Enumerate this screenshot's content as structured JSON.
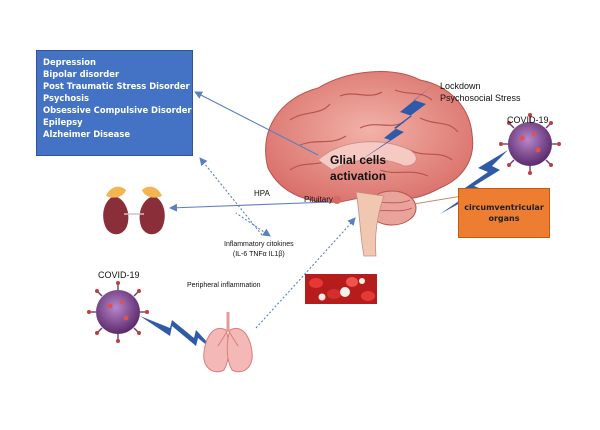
{
  "disorders_box": {
    "items": [
      "Depression",
      "Bipolar disorder",
      "Post Traumatic Stress Disorder",
      "Psychosis",
      "Obsessive Compulsive Disorder",
      "Epilepsy",
      "Alzheimer Disease"
    ]
  },
  "stress": {
    "line1": "Lockdown",
    "line2": "Psychosocial Stress"
  },
  "covid_right": "COVID-19",
  "covid_left": "COVID-19",
  "glial": {
    "line1": "Glial cells",
    "line2": "activation"
  },
  "pituitary": "Pituitary",
  "hpa": "HPA",
  "cytokines": {
    "line1": "Inflammatory citokines",
    "line2": "(IL-6 TNFα IL1β)"
  },
  "peripheral": "Peripheral inflammation",
  "cvo_box": {
    "line1": "circumventricular",
    "line2": "organs"
  },
  "colors": {
    "box_blue": "#4472c4",
    "box_orange": "#ed7d31",
    "lightning": "#2e5aa8",
    "arrow": "#5b7fbf",
    "brain": "#e8918c",
    "virus": "#6b3a7d"
  }
}
